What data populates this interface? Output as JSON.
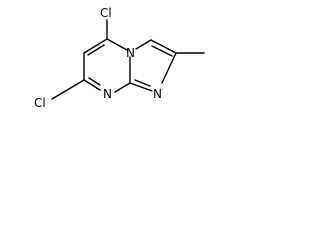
{
  "molecule": {
    "atoms": {
      "cl_top": "Cl",
      "cl_left": "Cl",
      "n_bridge": "N",
      "n_ring": "N",
      "n_imidazole": "N"
    }
  }
}
